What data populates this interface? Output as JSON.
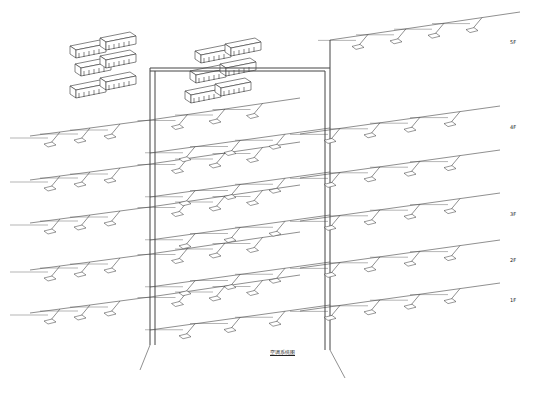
{
  "diagram": {
    "caption": "空调系统图",
    "labels": [
      "5F",
      "4F",
      "3F",
      "2F",
      "1F"
    ]
  }
}
